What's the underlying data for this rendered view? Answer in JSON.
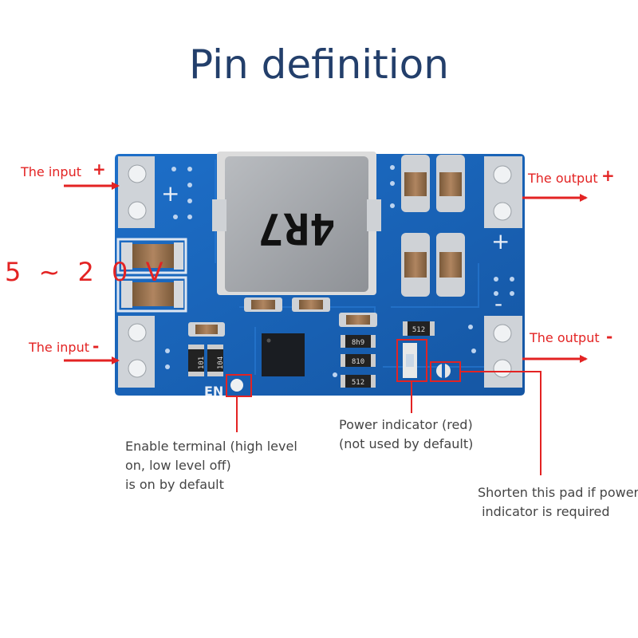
{
  "title": "Pin definition",
  "board": {
    "inductor_marking": "4R7",
    "silkscreen_plus": "+",
    "silkscreen_minus": "-",
    "en_label": "EN",
    "resistor_marks": [
      "512",
      "8h9",
      "810",
      "512"
    ],
    "left_resistor_marks": [
      "101",
      "104"
    ]
  },
  "labels": {
    "input_plus": "The input",
    "input_plus_sign": "+",
    "input_minus": "The input",
    "input_minus_sign": "-",
    "voltage_range": "5 ~ 2 0 V",
    "output_plus": "The output",
    "output_plus_sign": "+",
    "output_minus": "The output",
    "output_minus_sign": "-"
  },
  "notes": {
    "enable_line1": "Enable terminal (high level",
    "enable_line2": "on, low level off)",
    "enable_line3": "is on by default",
    "power_line1": "Power indicator (red)",
    "power_line2": "(not used by default)",
    "shorten_line1": "Shorten this pad if power",
    "shorten_line2": " indicator is required"
  },
  "colors": {
    "pcb_blue": "#1a63b8",
    "arrow_red": "#e32323",
    "title_navy": "#233f6b"
  }
}
